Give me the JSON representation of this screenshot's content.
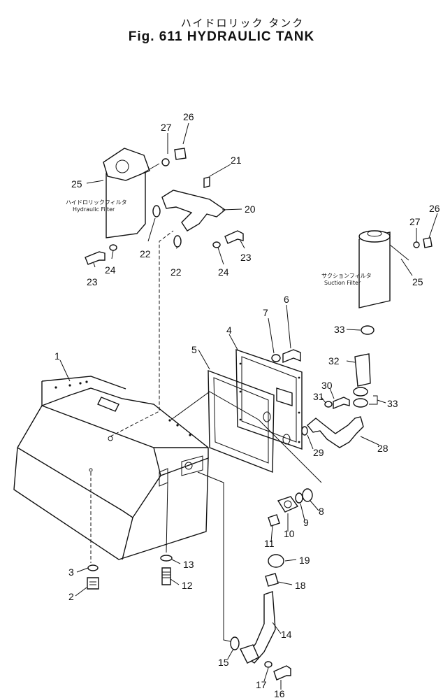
{
  "title": {
    "japanese": "ハイドロリック タンク",
    "english": "Fig. 611 HYDRAULIC TANK"
  },
  "labels": {
    "hydraulic_filter_jp": "ハイドロリックフィルタ",
    "hydraulic_filter_en": "Hydraulic Filter",
    "suction_filter_jp": "サクションフィルタ",
    "suction_filter_en": "Suction Filter"
  },
  "part_numbers": {
    "p1": "1",
    "p2": "2",
    "p3": "3",
    "p4": "4",
    "p5": "5",
    "p6": "6",
    "p7": "7",
    "p8": "8",
    "p9": "9",
    "p10": "10",
    "p11": "11",
    "p12": "12",
    "p13": "13",
    "p14": "14",
    "p15": "15",
    "p16": "16",
    "p17": "17",
    "p18": "18",
    "p19": "19",
    "p20": "20",
    "p21": "21",
    "p22a": "22",
    "p22b": "22",
    "p23a": "23",
    "p23b": "23",
    "p24a": "24",
    "p24b": "24",
    "p25a": "25",
    "p25b": "25",
    "p26a": "26",
    "p26b": "26",
    "p27a": "27",
    "p27b": "27",
    "p28": "28",
    "p29": "29",
    "p30": "30",
    "p31": "31",
    "p32": "32",
    "p33a": "33",
    "p33b": "33"
  }
}
